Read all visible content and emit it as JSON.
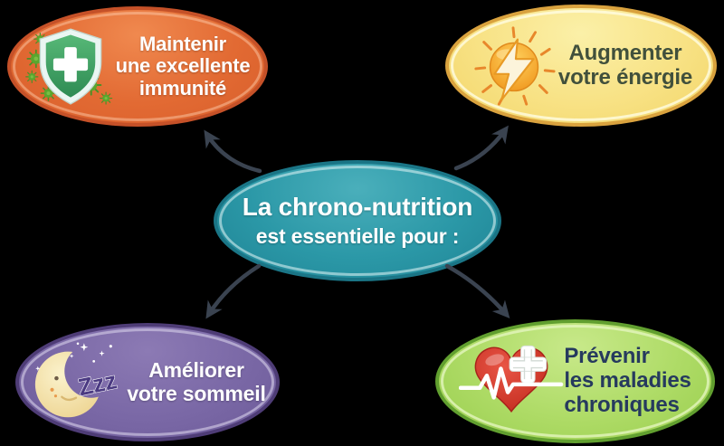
{
  "diagram": {
    "background_color": "#000000",
    "arrow_color": "#3A4350",
    "arrow_direction": "center-to-nodes",
    "center": {
      "title": "La chrono-nutrition",
      "subtitle": "est essentielle pour :",
      "fill": "#2B98A7",
      "border_color": "#1A7586",
      "text_color": "#FFFFFF"
    },
    "nodes": [
      {
        "id": "immunite",
        "position": "top-left",
        "icon": "shield-virus-icon",
        "lines": [
          "Maintenir",
          "une excellente",
          "immunité"
        ],
        "fill": "#E26A33",
        "border_color": "#C55128",
        "text_color": "#FFFFFF"
      },
      {
        "id": "energie",
        "position": "top-right",
        "icon": "lightning-bolt-icon",
        "lines": [
          "Augmenter",
          "votre énergie"
        ],
        "fill": "#F8E285",
        "border_color": "#D9A23E",
        "text_color": "#41503C"
      },
      {
        "id": "sommeil",
        "position": "bottom-left",
        "icon": "crescent-moon-icon",
        "icon_text": "Zzz",
        "lines": [
          "Améliorer",
          "votre sommeil"
        ],
        "fill": "#7A68A6",
        "border_color": "#4E3C76",
        "text_color": "#FFFFFF"
      },
      {
        "id": "maladies",
        "position": "bottom-right",
        "icon": "heart-ekg-icon",
        "lines": [
          "Prévenir",
          "les maladies",
          "chroniques"
        ],
        "fill": "#AEDB66",
        "border_color": "#619F2F",
        "text_color": "#263A5E"
      }
    ]
  }
}
